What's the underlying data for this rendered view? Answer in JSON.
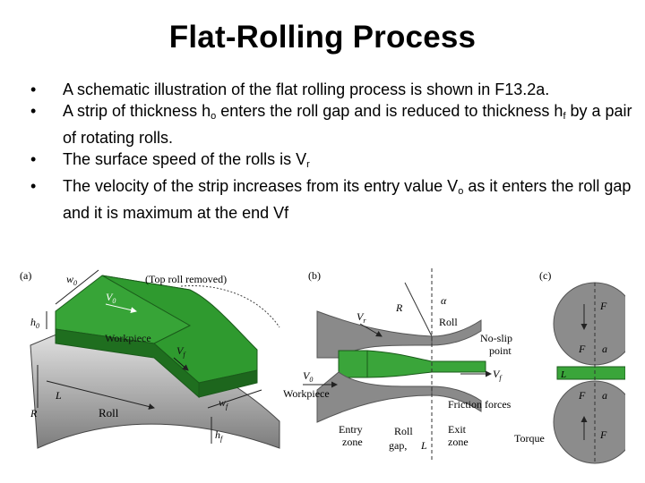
{
  "slide": {
    "title": "Flat-Rolling Process",
    "bullets": [
      {
        "text": "A schematic illustration of the flat rolling process is shown in F13.2a."
      },
      {
        "pre": "A strip of thickness h",
        "sub1": "o",
        "mid": " enters the roll gap and is reduced to thickness h",
        "sub2": "f",
        "post": " by a pair of rotating rolls."
      },
      {
        "pre": "The surface speed of the rolls is V",
        "sub": "r"
      },
      {
        "pre": "The velocity of the strip increases from its entry value V",
        "sub": "o",
        "post": " as it enters the roll gap and it is maximum at the end Vf"
      }
    ]
  },
  "figure": {
    "panel_a": {
      "tag": "(a)",
      "top_note": "(Top   roll   removed)",
      "w0": "w",
      "w0_sub": "0",
      "v0": "V",
      "v0_sub": "0",
      "h0": "h",
      "h0_sub": "0",
      "workpiece": "Workpiece",
      "vf": "V",
      "vf_sub": "f",
      "L": "L",
      "R": "R",
      "roll": "Roll",
      "wf": "w",
      "wf_sub": "f",
      "hf": "h",
      "hf_sub": "f"
    },
    "panel_b": {
      "tag": "(b)",
      "R": "R",
      "alpha": "α",
      "vr": "V",
      "vr_sub": "r",
      "roll": "Roll",
      "noslip1": "No-slip",
      "noslip2": "point",
      "v0": "V",
      "v0_sub": "0",
      "vf": "V",
      "vf_sub": "f",
      "workpiece": "Workpiece",
      "friction": "Friction   forces",
      "entry1": "Entry",
      "entry2": "zone",
      "gap1": "Roll",
      "gap2": "gap,",
      "gapL": "L",
      "exit1": "Exit",
      "exit2": "zone"
    },
    "panel_c": {
      "tag": "(c)",
      "F_top": "F",
      "F_mid1": "F",
      "a": "a",
      "L": "L",
      "F_mid2": "F",
      "a2": "a",
      "F_bot": "F",
      "torque": "Torque"
    },
    "colors": {
      "strip_green": "#3aa53a",
      "roll_gray": "#8c8c8c"
    }
  }
}
